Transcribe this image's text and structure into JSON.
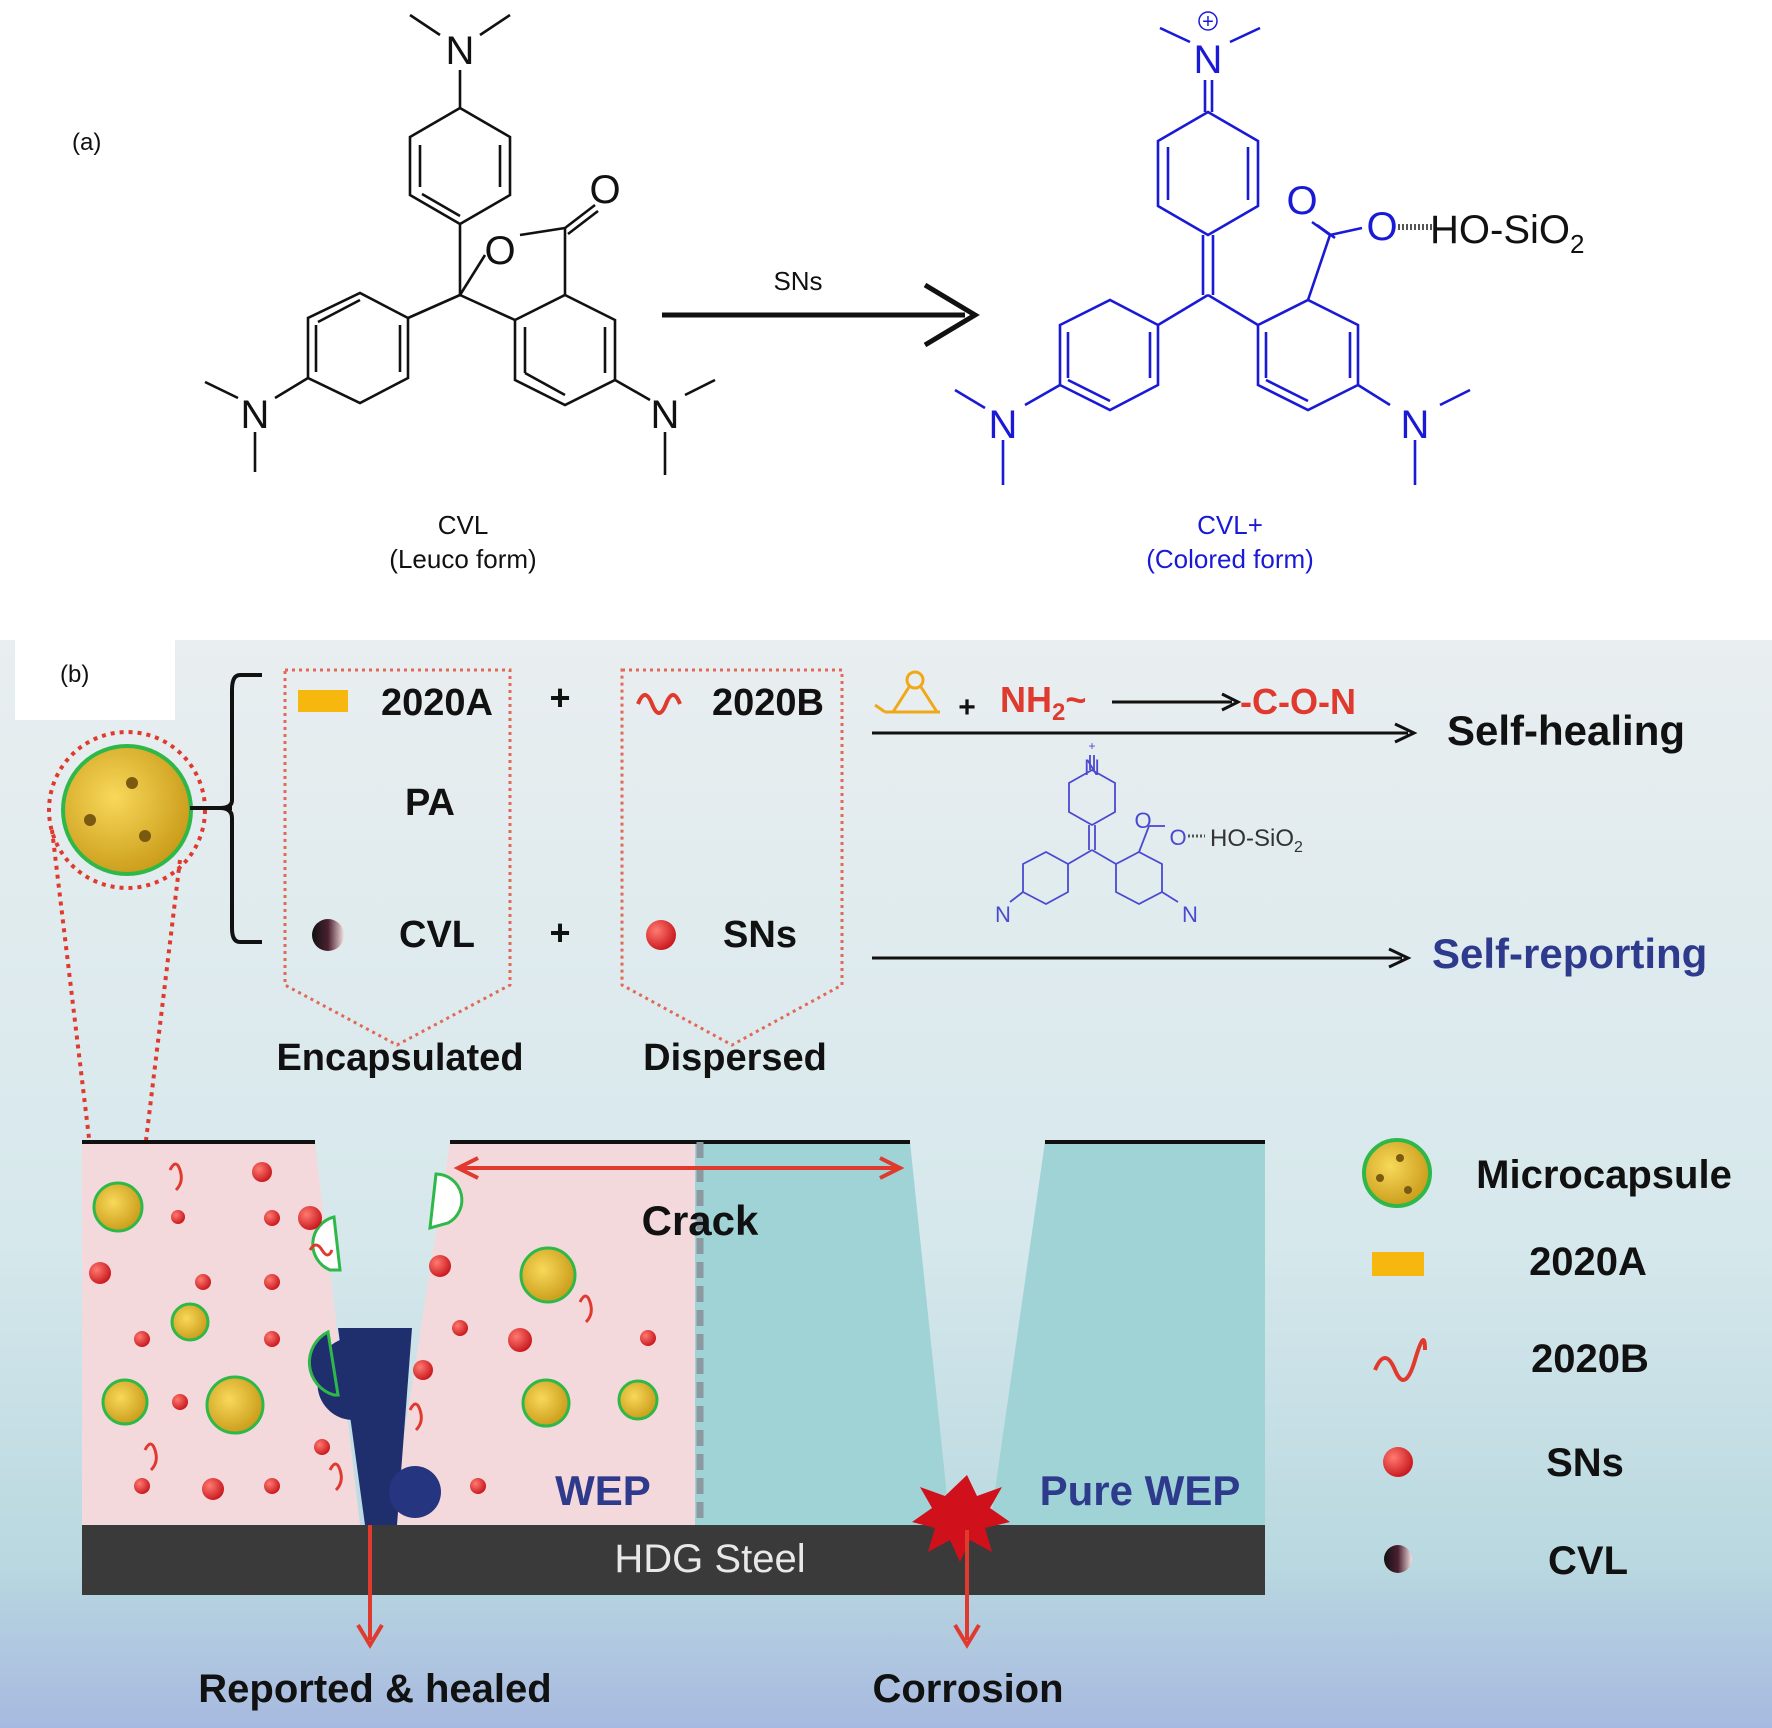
{
  "panel_a": {
    "tag": "(a)",
    "arrow_label": "SNs",
    "left_molecule": {
      "name": "CVL",
      "form": "(Leuco form)",
      "atoms": {
        "n_top": "N",
        "n_left": "N",
        "n_right": "N",
        "o_ring": "O",
        "o_carbonyl": "O"
      }
    },
    "right_molecule": {
      "name": "CVL+",
      "form": "(Colored form)",
      "atoms": {
        "n_top": "N",
        "charge": "+",
        "n_left": "N",
        "n_right": "N",
        "o_carbonyl": "O",
        "o_ester": "O"
      },
      "bond_partner": "HO-SiO",
      "bond_partner_sub": "2"
    }
  },
  "panel_b": {
    "tag": "(b)",
    "capsule_content": {
      "item_2020a": "2020A",
      "item_pa": "PA",
      "item_cvl": "CVL",
      "caption": "Encapsulated"
    },
    "dispersed_content": {
      "item_2020b": "2020B",
      "item_sns": "SNs",
      "caption": "Dispersed"
    },
    "plus_top": "+",
    "plus_bottom": "+",
    "reaction": {
      "plus": "+",
      "amine": "NH",
      "amine_sub": "2",
      "amine_tail": "~",
      "product": "-C-O-N"
    },
    "outcome_healing": "Self-healing",
    "outcome_reporting": "Self-reporting",
    "mini_molecule": {
      "n_top": "N",
      "charge": "+",
      "n_left": "N",
      "n_right": "N",
      "o_carbonyl": "O",
      "o_ester": "O",
      "bond_partner": "HO-SiO",
      "bond_partner_sub": "2"
    },
    "cross_section": {
      "crack_label": "Crack",
      "left_coating": "WEP",
      "right_coating": "Pure WEP",
      "substrate": "HDG Steel",
      "left_result": "Reported & healed",
      "right_result": "Corrosion"
    },
    "legend": [
      "Microcapsule",
      "2020A",
      "2020B",
      "SNs",
      "CVL"
    ]
  },
  "colors": {
    "dye_blue": "#1a1ad6",
    "legend_blue": "#2e3a8c",
    "red": "#e03a2f",
    "capsule_fill": "#e9bf3a",
    "capsule_ring": "#2fb84a",
    "tape_yellow": "#f6b80f",
    "wep_pink": "#f4d9dc",
    "pure_wep_teal": "#9fd3d6",
    "steel": "#3a3a3a",
    "dark_navy": "#1f2f6e"
  }
}
